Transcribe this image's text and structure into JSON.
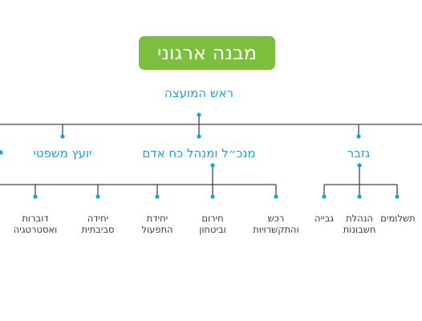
{
  "title": "מבנה ארגוני",
  "head": "ראש המועצה",
  "departments": {
    "treasurer": "גזבר",
    "ceo": "מנכ״ל ומנהל כח אדם",
    "legal": "יועץ משפטי"
  },
  "treasurer_units": {
    "payments": "תשלומים",
    "accounting": [
      "הנהלת",
      "חשבונות"
    ],
    "collection": "גבייה"
  },
  "ceo_units": {
    "procurement": [
      "רכש",
      "והתקשרויות"
    ],
    "emergency": [
      "חירום",
      "וביטחון"
    ],
    "operations": [
      "יחידת",
      "התפעול"
    ],
    "environment": [
      "יחידה",
      "סביבתית"
    ],
    "spokesperson": [
      "דוברות",
      "ואסטרטגיה"
    ]
  },
  "colors": {
    "title_bg": "#7cbf3c",
    "accent": "#1aa3d6",
    "line": "#444444"
  }
}
